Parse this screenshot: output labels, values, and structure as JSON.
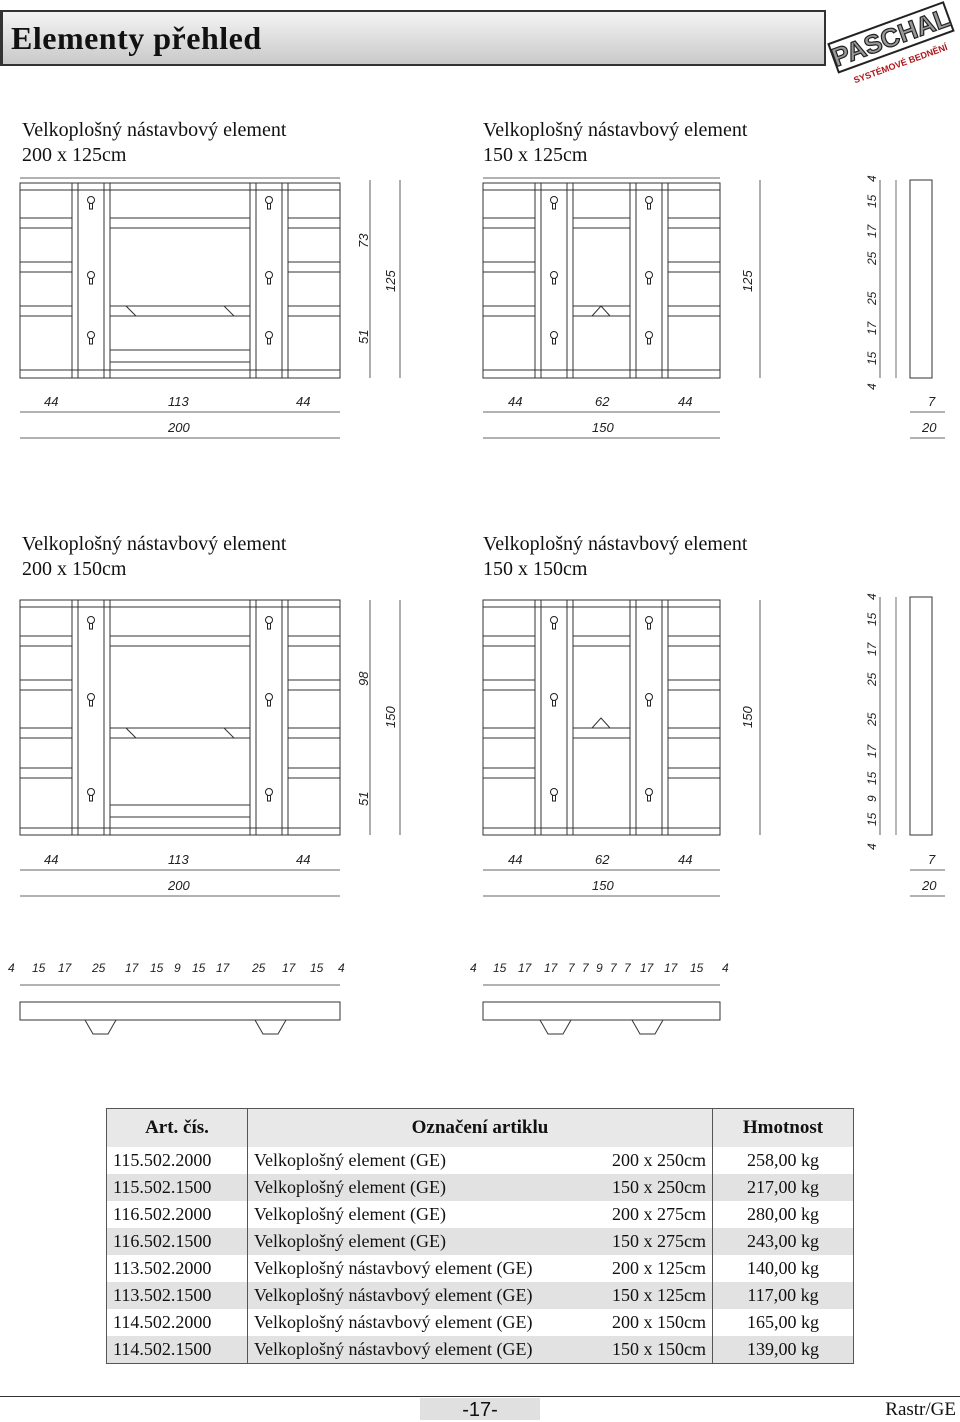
{
  "header": {
    "title": "Elementy  přehled"
  },
  "logo": {
    "brand": "PASCHAL",
    "tagline": "SYSTÉMOVÉ BEDNĚNÍ"
  },
  "sections": {
    "a": {
      "caption_line1": "Velkoplošný nástavbový element",
      "caption_line2": "200 x 125cm"
    },
    "b": {
      "caption_line1": "Velkoplošný nástavbový element",
      "caption_line2": "150 x 125cm"
    },
    "c": {
      "caption_line1": "Velkoplošný nástavbový element",
      "caption_line2": "200 x 150cm"
    },
    "d": {
      "caption_line1": "Velkoplošný nástavbový element",
      "caption_line2": "150 x 150cm"
    }
  },
  "dims": {
    "a_bottom": [
      "44",
      "113",
      "44"
    ],
    "a_total": "200",
    "b_bottom": [
      "44",
      "62",
      "44"
    ],
    "b_total": "150",
    "side_small": "20",
    "side_7": "7",
    "a_v1": "73",
    "a_v2": "51",
    "a_h": "125",
    "b_h": "125",
    "c_v1": "98",
    "c_v2": "51",
    "c_h": "150",
    "d_h": "150",
    "prof1": [
      "4",
      "15",
      "17",
      "25",
      "25",
      "17",
      "15",
      "4"
    ],
    "prof2": [
      "4",
      "15",
      "9",
      "15",
      "17",
      "25",
      "25",
      "17",
      "15",
      "4"
    ],
    "strip1": [
      "4",
      "15",
      "17",
      "25",
      "17",
      "15",
      "9",
      "15",
      "17",
      "25",
      "17",
      "15",
      "4"
    ],
    "strip2": [
      "4",
      "15",
      "17",
      "17",
      "7",
      "7",
      "9",
      "7",
      "7",
      "17",
      "17",
      "15",
      "4"
    ]
  },
  "table": {
    "headers": {
      "art": "Art. čís.",
      "name": "Označení artiklu",
      "weight": "Hmotnost"
    },
    "rows": [
      {
        "art": "115.502.2000",
        "name": "Velkoplošný element (GE)",
        "size": "200 x 250cm",
        "weight": "258,00 kg"
      },
      {
        "art": "115.502.1500",
        "name": "Velkoplošný element (GE)",
        "size": "150 x 250cm",
        "weight": "217,00 kg"
      },
      {
        "art": "116.502.2000",
        "name": "Velkoplošný element (GE)",
        "size": "200 x 275cm",
        "weight": "280,00 kg"
      },
      {
        "art": "116.502.1500",
        "name": "Velkoplošný element (GE)",
        "size": "150 x 275cm",
        "weight": "243,00 kg"
      },
      {
        "art": "113.502.2000",
        "name": "Velkoplošný nástavbový element (GE)",
        "size": "200 x 125cm",
        "weight": "140,00 kg"
      },
      {
        "art": "113.502.1500",
        "name": "Velkoplošný nástavbový element (GE)",
        "size": "150 x 125cm",
        "weight": "117,00 kg"
      },
      {
        "art": "114.502.2000",
        "name": "Velkoplošný nástavbový element (GE)",
        "size": "200 x 150cm",
        "weight": "165,00 kg"
      },
      {
        "art": "114.502.1500",
        "name": "Velkoplošný nástavbový element (GE)",
        "size": "150 x 150cm",
        "weight": "139,00 kg"
      }
    ]
  },
  "footer": {
    "page": "-17-",
    "ref": "Rastr/GE"
  }
}
